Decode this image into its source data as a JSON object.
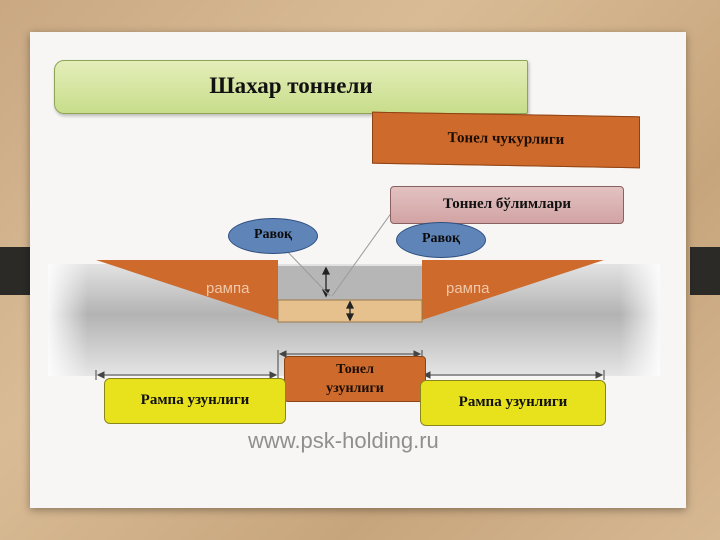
{
  "title": "Шахар тоннели",
  "boxes": {
    "depth": "Тонел чукурлиги",
    "sections": "Тоннел бўлимлари",
    "length": "Тонел узунлиги",
    "ramp_length_left": "Рампа узунлиги",
    "ramp_length_right": "Рампа узунлиги"
  },
  "ellipses": {
    "left": "Равоқ",
    "right": "Равоқ"
  },
  "ramp_labels": {
    "left": "рампа",
    "right": "рампа"
  },
  "watermark": "www.psk-holding.ru",
  "colors": {
    "title_fill": "#c8dd8b",
    "orange": "#cd6a2c",
    "pink": "#d2a3a3",
    "ellipse": "#5f84b8",
    "yellow": "#e8e21d",
    "ground": "#bdbdbd",
    "tunnel_section": "#e6c08d"
  }
}
